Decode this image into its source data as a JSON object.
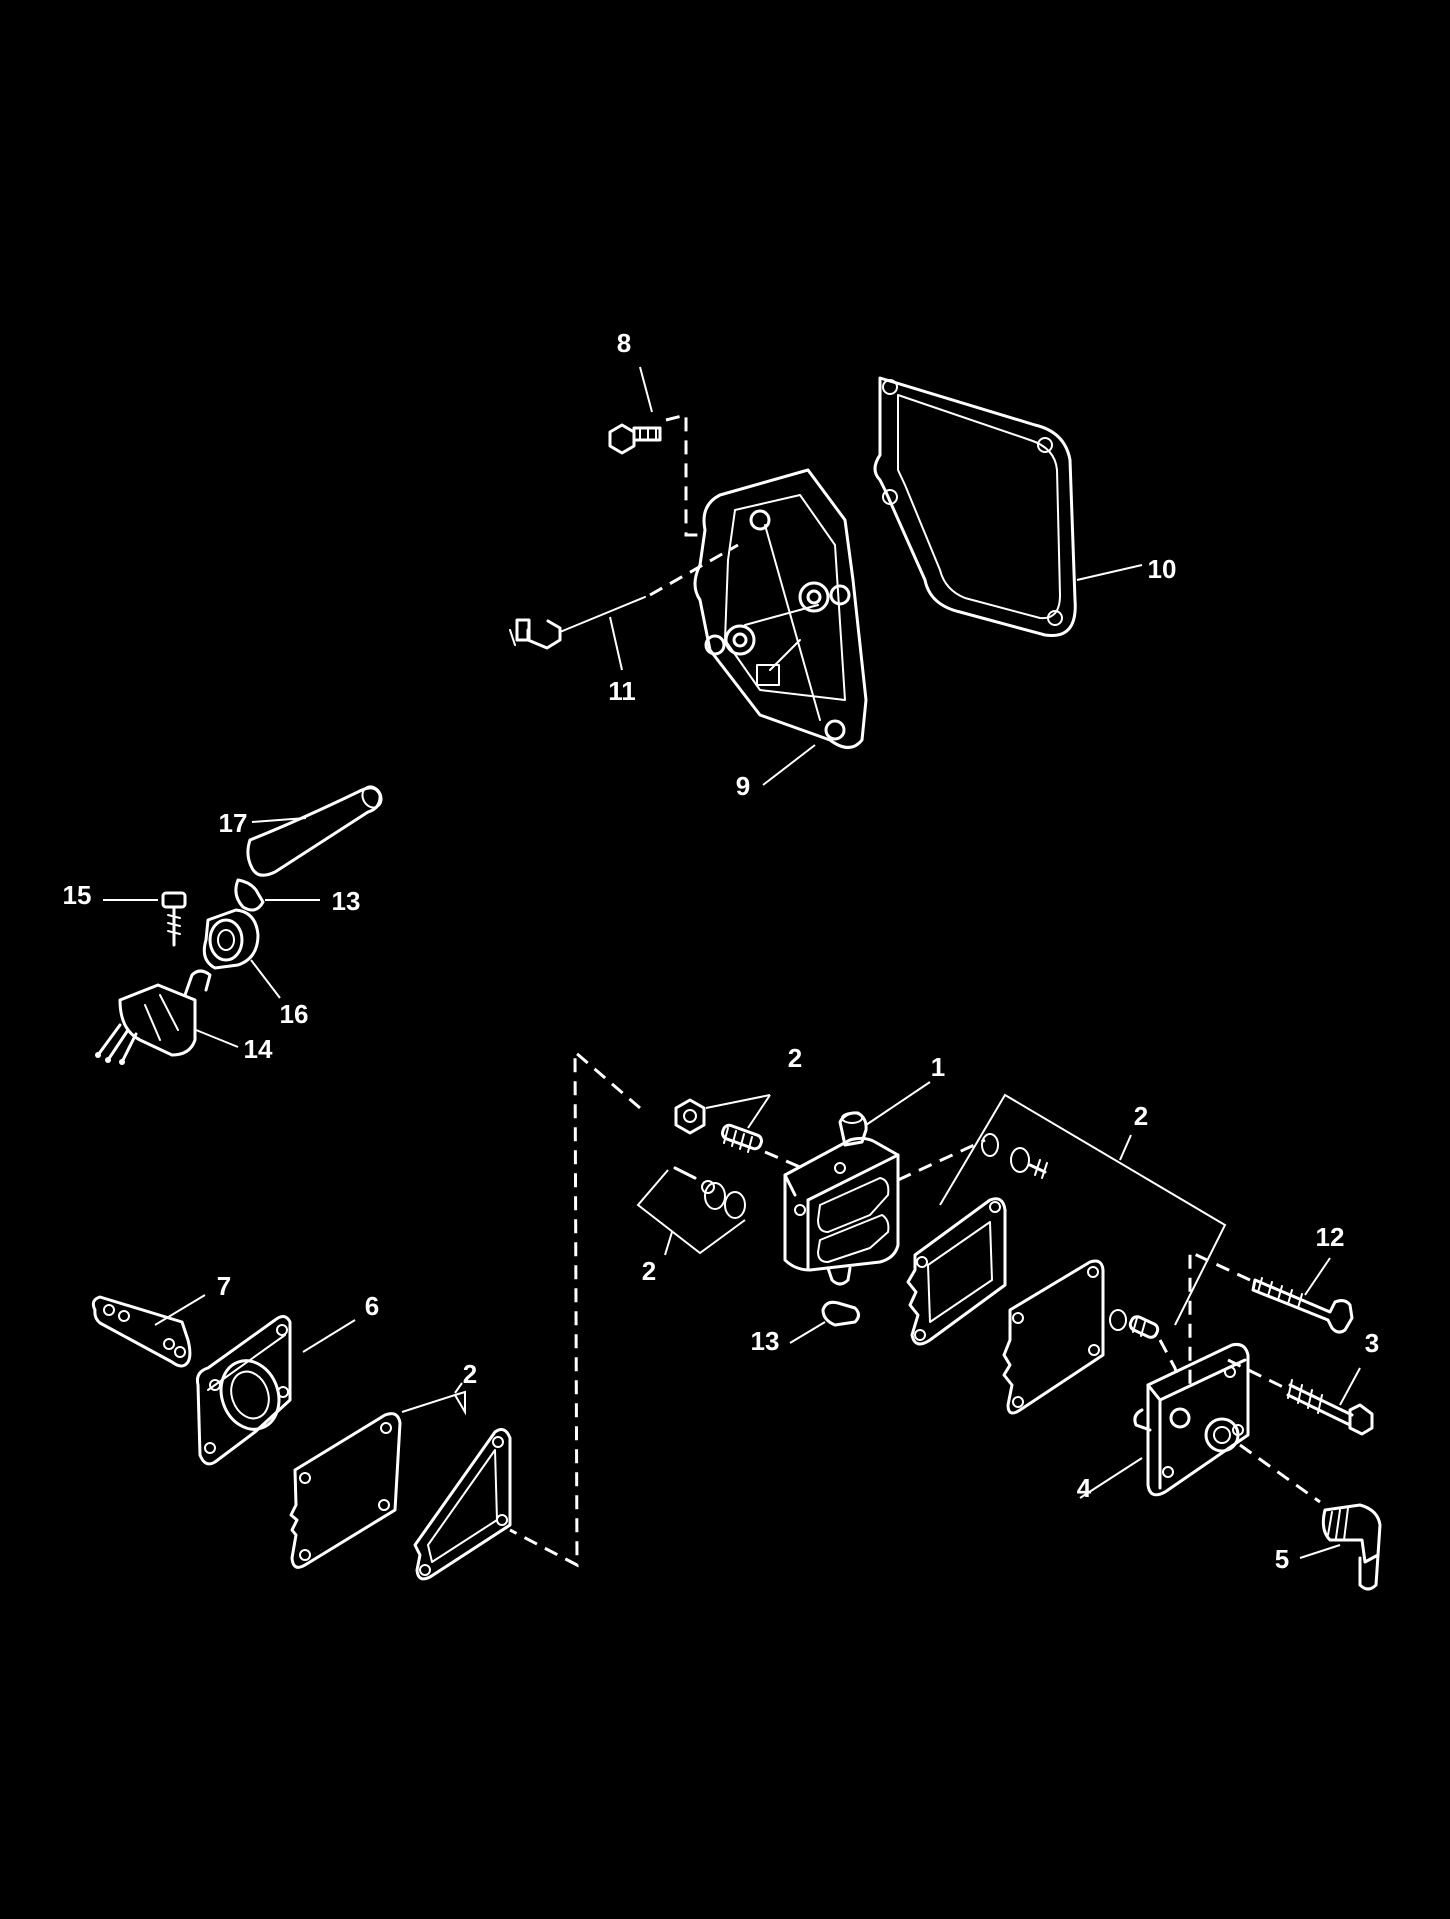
{
  "callouts": {
    "c1": "1",
    "c2": "2",
    "c3": "3",
    "c4": "4",
    "c5": "5",
    "c6": "6",
    "c7": "7",
    "c8": "8",
    "c9": "9",
    "c10": "10",
    "c11": "11",
    "c12": "12",
    "c13": "13",
    "c14": "14",
    "c15": "15",
    "c16": "16",
    "c17": "17"
  },
  "colors": {
    "background": "#000000",
    "line": "#ffffff"
  }
}
